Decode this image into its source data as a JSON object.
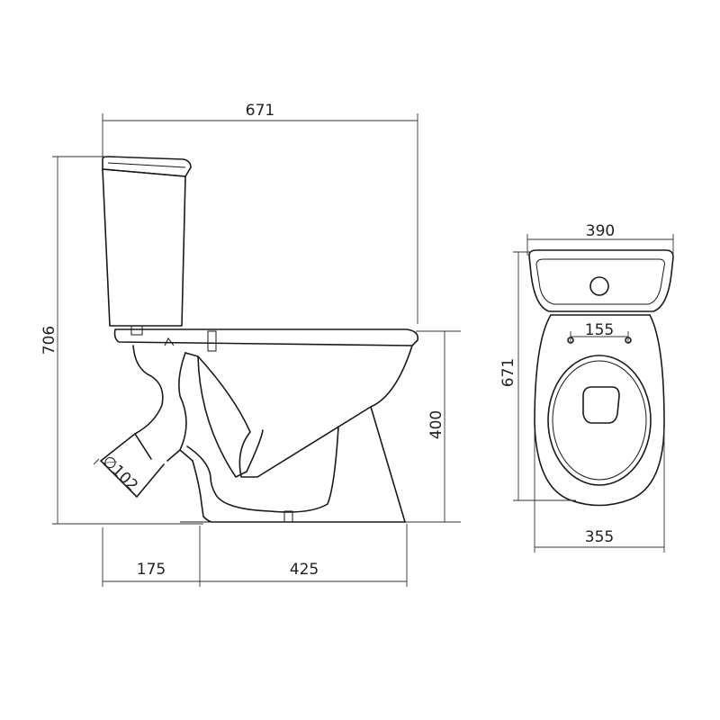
{
  "dimensions": {
    "side_width": "671",
    "side_height": "706",
    "bowl_height": "400",
    "outlet_diameter": "∅102",
    "outlet_offset": "175",
    "floor_length": "425",
    "top_width": "390",
    "top_length": "671",
    "bolt_spacing": "155",
    "bowl_width": "355"
  },
  "colors": {
    "line": "#1a1a1a",
    "background": "#ffffff"
  }
}
